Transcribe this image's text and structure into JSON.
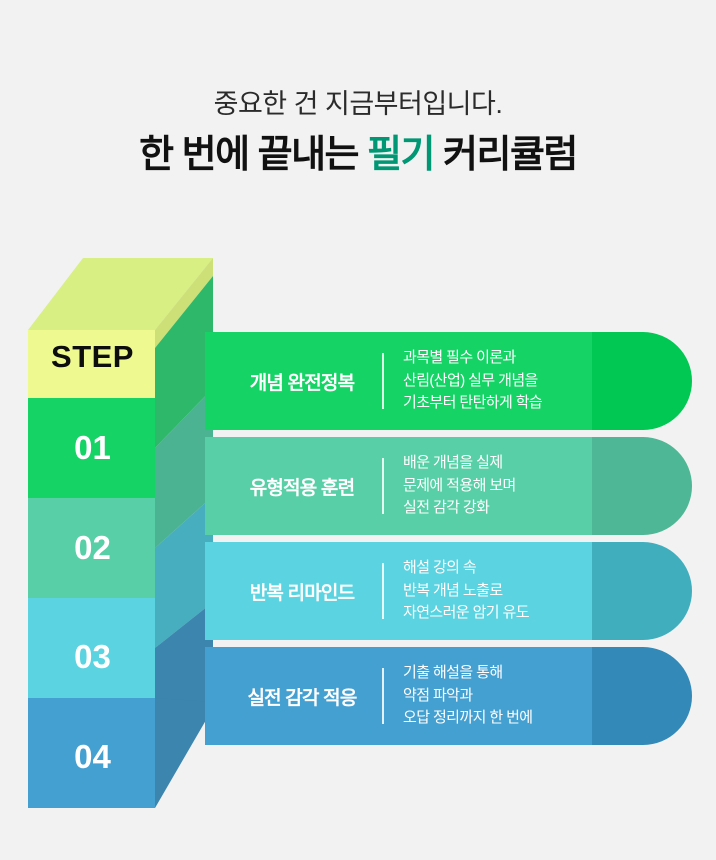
{
  "background_color": "#f2f2f2",
  "heading": {
    "subtitle": "중요한 건 지금부터입니다.",
    "title_before": "한 번에 끝내는 ",
    "title_highlight": "필기",
    "title_after": " 커리큘럼",
    "highlight_color": "#009775",
    "title_color": "#111111",
    "subtitle_color": "#2b2b2b"
  },
  "step_block": {
    "step_label": "STEP",
    "step_label_color": "#0d0d0d",
    "top_face_color": "#d7ef83",
    "step_panel_color": "#eef98f",
    "numbers": [
      {
        "value": "01",
        "color": "#16d366"
      },
      {
        "value": "02",
        "color": "#58cfa6"
      },
      {
        "value": "03",
        "color": "#5bd3e0"
      },
      {
        "value": "04",
        "color": "#45a0d2"
      }
    ],
    "side_shades": [
      "#2eb86a",
      "#4bb392",
      "#46aebe",
      "#3b85ae"
    ],
    "top_side_shade": "#cde078"
  },
  "rows": [
    {
      "title": "개념 완전정복",
      "desc": [
        "과목별 필수 이론과",
        "산림(산업) 실무 개념을",
        "기초부터 탄탄하게 학습"
      ],
      "bar_color": "#16d366",
      "cap_color": "#00c853",
      "icon": "book-pencil-download-icon"
    },
    {
      "title": "유형적용 훈련",
      "desc": [
        "배운 개념을 실제",
        "문제에 적용해 보며",
        "실전 감각 강화"
      ],
      "bar_color": "#58cfa6",
      "cap_color": "#4eb795",
      "icon": "hand-document-icon"
    },
    {
      "title": "반복 리마인드",
      "desc": [
        "해설 강의 속",
        "반복 개념 노출로",
        "자연스러운 암기 유도"
      ],
      "bar_color": "#5bd3e0",
      "cap_color": "#41aebe",
      "icon": "laptop-book-icon"
    },
    {
      "title": "실전 감각 적응",
      "desc": [
        "기출 해설을 통해",
        "약점 파악과",
        "오답 정리까지 한 번에"
      ],
      "bar_color": "#45a0d2",
      "cap_color": "#3389b7",
      "icon": "checklist-document-icon"
    }
  ],
  "icon_colors": {
    "teal": "#00b398",
    "green": "#00c389",
    "yellow": "#f2ea36",
    "dark_teal": "#0e8c86"
  }
}
